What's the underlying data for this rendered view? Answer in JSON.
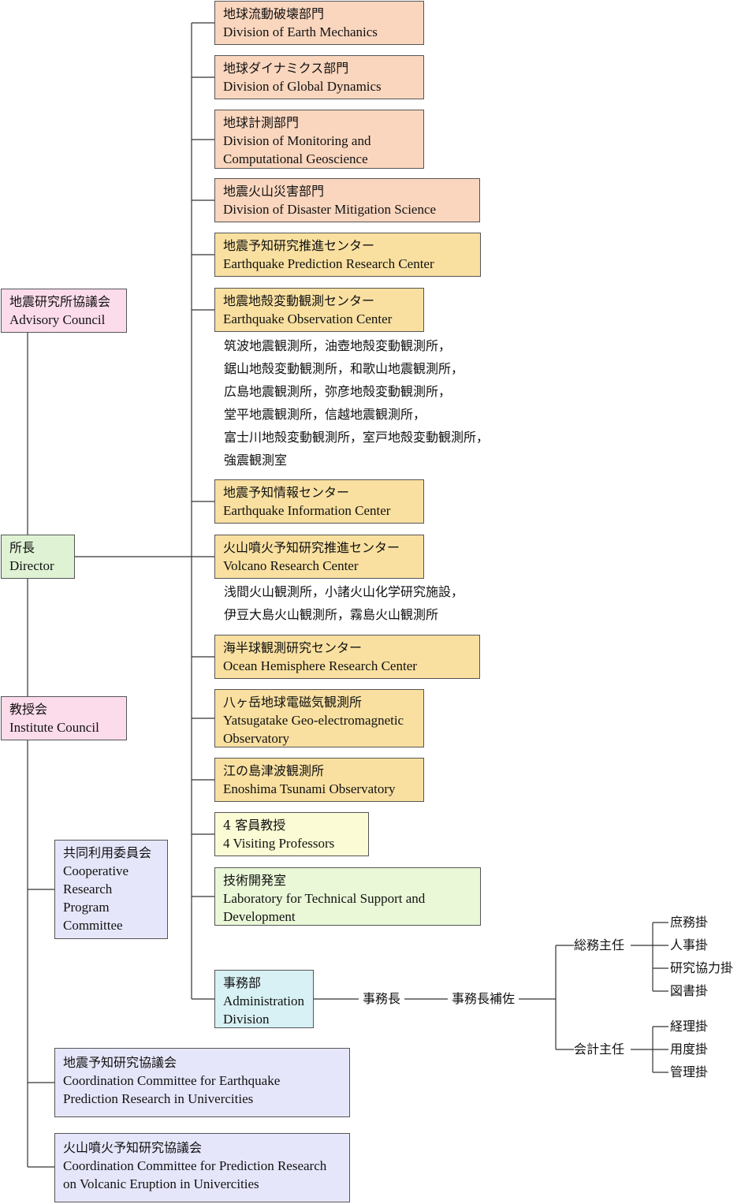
{
  "advisory": {
    "ja": "地震研究所協議会",
    "en": "Advisory Council"
  },
  "director": {
    "ja": "所長",
    "en": "Director"
  },
  "institute_council": {
    "ja": "教授会",
    "en": "Institute Council"
  },
  "divisions": [
    {
      "ja": "地球流動破壊部門",
      "en": "Division of Earth Mechanics"
    },
    {
      "ja": "地球ダイナミクス部門",
      "en": "Division of Global Dynamics"
    },
    {
      "ja": "地球計測部門",
      "en": "Division of Monitoring and Computational Geoscience"
    },
    {
      "ja": "地震火山災害部門",
      "en": "Division of Disaster Mitigation Science"
    },
    {
      "ja": "地震予知研究推進センター",
      "en": "Earthquake Prediction Research Center"
    },
    {
      "ja": "地震地殻変動観測センター",
      "en": "Earthquake Observation Center"
    },
    {
      "ja": "地震予知情報センター",
      "en": "Earthquake Information Center"
    },
    {
      "ja": "火山噴火予知研究推進センター",
      "en": "Volcano Research Center"
    },
    {
      "ja": "海半球観測研究センター",
      "en": "Ocean Hemisphere Research Center"
    },
    {
      "ja": "八ヶ岳地球電磁気観測所",
      "en": "Yatsugatake Geo-electromagnetic Observatory"
    },
    {
      "ja": "江の島津波観測所",
      "en": "Enoshima Tsunami Observatory"
    },
    {
      "ja": "4 客員教授",
      "en": "4 Visiting Professors"
    },
    {
      "ja": "技術開発室",
      "en": "Laboratory for Technical Support and Development"
    }
  ],
  "eoc_stations": [
    "筑波地震観測所，油壺地殻変動観測所，",
    "鋸山地殻変動観測所，和歌山地震観測所，",
    "広島地震観測所，弥彦地殻変動観測所，",
    "堂平地震観測所，信越地震観測所，",
    "富士川地殻変動観測所，室戸地殻変動観測所，",
    "強震観測室"
  ],
  "vrc_stations": [
    "浅間火山観測所，小諸火山化学研究施設，",
    "伊豆大島火山観測所，霧島火山観測所"
  ],
  "admin": {
    "ja": "事務部",
    "en": "Administration Division",
    "head": "事務長",
    "assistant": "事務長補佐",
    "general": "総務主任",
    "accounting": "会計主任",
    "general_units": [
      "庶務掛",
      "人事掛",
      "研究協力掛",
      "図書掛"
    ],
    "accounting_units": [
      "経理掛",
      "用度掛",
      "管理掛"
    ]
  },
  "committees": [
    {
      "ja": "共同利用委員会",
      "en": "Cooperative Research Program Committee"
    },
    {
      "ja": "地震予知研究協議会",
      "en": "Coordination Committee for Earthquake Prediction Research in Univercities"
    },
    {
      "ja": "火山噴火予知研究協議会",
      "en": "Coordination Committee for Prediction Research on Volcanic Eruption in Univercities"
    }
  ]
}
